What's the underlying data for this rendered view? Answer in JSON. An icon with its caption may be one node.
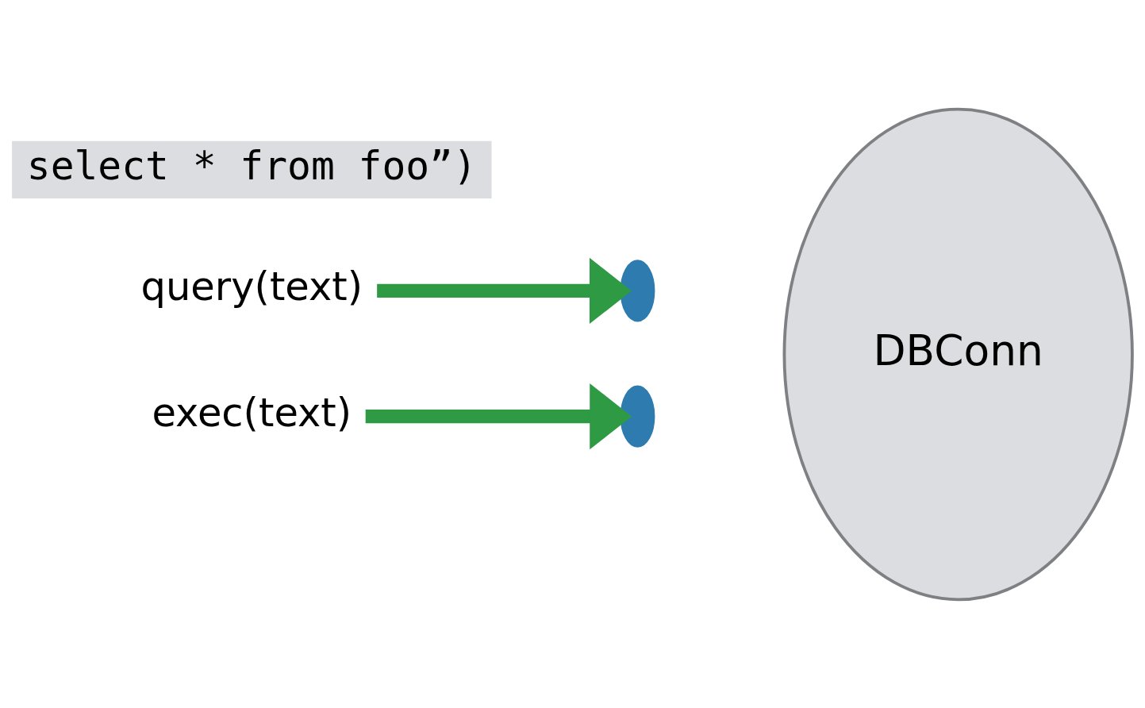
{
  "diagram": {
    "nodes": [
      {
        "text": [
          "query(text)"
        ]
      },
      {
        "text": [
          "exec(text)"
        ]
      },
      {
        "text": [],
        "shape": "circle"
      },
      {
        "text": [],
        "shape": "circle"
      },
      {
        "text": [
          "DBConn"
        ]
      }
    ],
    "edges": [
      {
        "from": 0,
        "to": 2,
        "arrow": "to"
      },
      {
        "from": 1,
        "to": 3,
        "arrow": "to"
      }
    ],
    "labels": [
      "select * from foo”)"
    ]
  }
}
